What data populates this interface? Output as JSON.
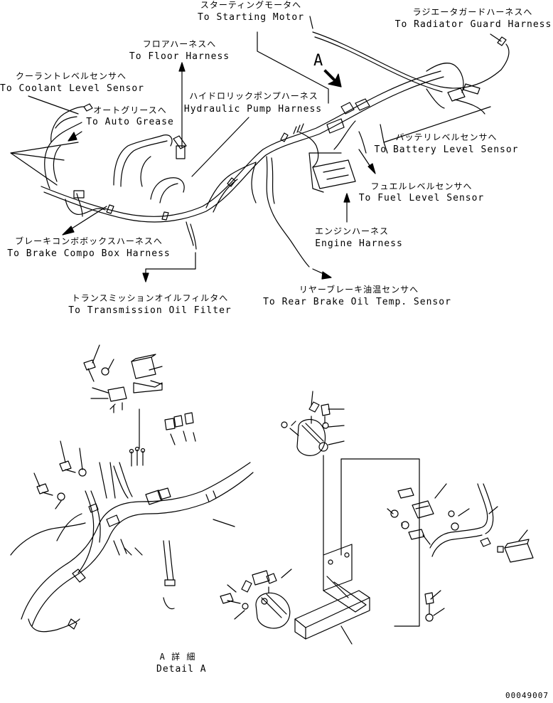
{
  "callouts": {
    "starting_motor": {
      "jp": "スターティングモータへ",
      "en": "To Starting Motor"
    },
    "radiator_guard": {
      "jp": "ラジエータガードハーネスへ",
      "en": "To Radiator Guard Harness"
    },
    "floor_harness": {
      "jp": "フロアハーネスへ",
      "en": "To Floor Harness"
    },
    "coolant_level": {
      "jp": "クーラントレベルセンサへ",
      "en": "To Coolant Level Sensor"
    },
    "hydraulic_pump": {
      "jp": "ハイドロリックポンプハーネス",
      "en": "Hydraulic Pump Harness"
    },
    "auto_grease": {
      "jp": "オートグリースへ",
      "en": "To Auto Grease"
    },
    "battery_level": {
      "jp": "バッテリレベルセンサへ",
      "en": "To Battery Level Sensor"
    },
    "fuel_level": {
      "jp": "フュエルレベルセンサへ",
      "en": "To Fuel Level Sensor"
    },
    "engine_harness": {
      "jp": "エンジンハーネス",
      "en": "Engine Harness"
    },
    "brake_combo": {
      "jp": "ブレーキコンボボックスハーネスへ",
      "en": "To Brake Compo Box Harness"
    },
    "transmission_filter": {
      "jp": "トランスミッションオイルフィルタへ",
      "en": "To Transmission Oil Filter"
    },
    "rear_brake": {
      "jp": "リヤーブレーキ油温センサへ",
      "en": "To Rear Brake Oil Temp. Sensor"
    }
  },
  "view_marker": "A",
  "detail": {
    "jp": "A 詳 細",
    "en": "Detail A"
  },
  "drawing_number": "00049007"
}
